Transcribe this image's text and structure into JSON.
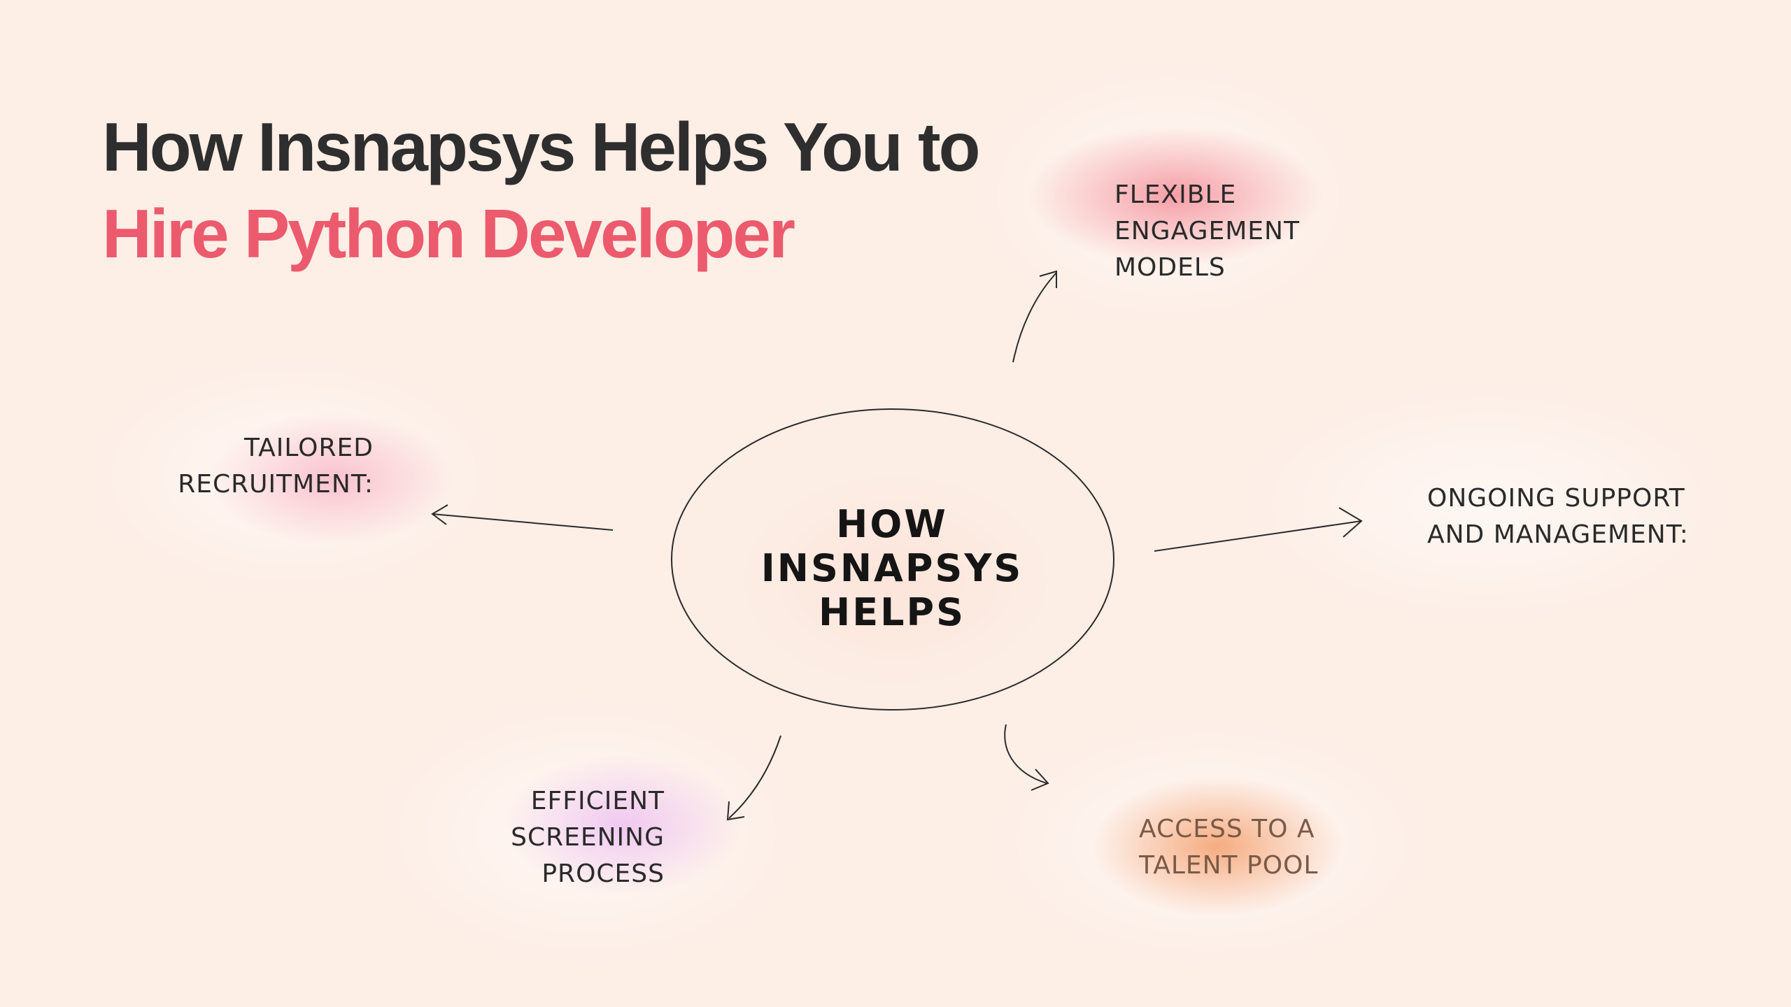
{
  "title": {
    "line1": "How Insnapsys Helps You to",
    "line2": "Hire Python Developer"
  },
  "center": {
    "lines": [
      "HOW",
      "INSNAPSYS",
      "HELPS"
    ]
  },
  "nodes": {
    "flexible": {
      "lines": [
        "FLEXIBLE",
        "ENGAGEMENT",
        "MODELS"
      ]
    },
    "tailored": {
      "lines": [
        "TAILORED",
        "RECRUITMENT:"
      ]
    },
    "ongoing": {
      "lines": [
        "ONGOING SUPPORT",
        "AND MANAGEMENT:"
      ]
    },
    "efficient": {
      "lines": [
        "EFFICIENT",
        "SCREENING",
        "PROCESS"
      ]
    },
    "access": {
      "lines": [
        "ACCESS TO A",
        "TALENT POOL"
      ]
    }
  },
  "colors": {
    "background": "#fdeee6",
    "title_dark": "#2e2e2e",
    "title_accent": "#ec5a6e",
    "glow_red": "#f07a8a",
    "glow_pink": "#f6a0b6",
    "glow_purple": "#e6b4f0",
    "glow_orange": "#f29a60",
    "access_text": "#7a5a48"
  }
}
